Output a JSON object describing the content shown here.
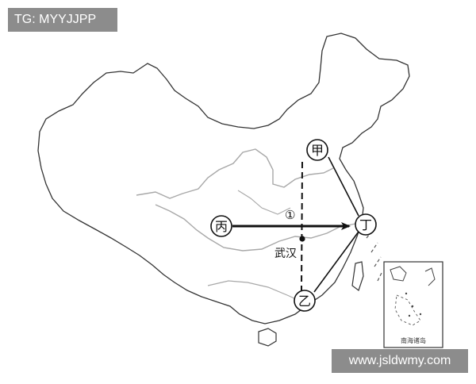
{
  "watermark_top": "TG: MYYJJPP",
  "watermark_bottom": "www.jsldwmy.com",
  "map": {
    "places": {
      "jia": "甲",
      "yi": "乙",
      "bing": "丙",
      "ding": "丁"
    },
    "city": "武汉",
    "route_marker": "①",
    "inset_label": "南海诸岛"
  },
  "colors": {
    "border": "#333333",
    "river": "#a8a8a8",
    "route": "#111111",
    "watermark_bg": "#8c8c8c"
  }
}
